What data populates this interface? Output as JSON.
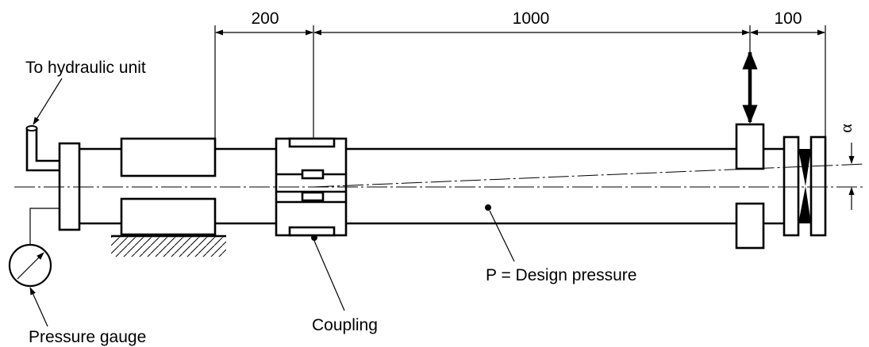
{
  "dimensions": {
    "d1": "200",
    "d2": "1000",
    "d3": "100"
  },
  "labels": {
    "hydraulic": "To hydraulic unit",
    "gauge": "Pressure gauge",
    "coupling": "Coupling",
    "pressure": "P = Design pressure",
    "angle": "α"
  }
}
